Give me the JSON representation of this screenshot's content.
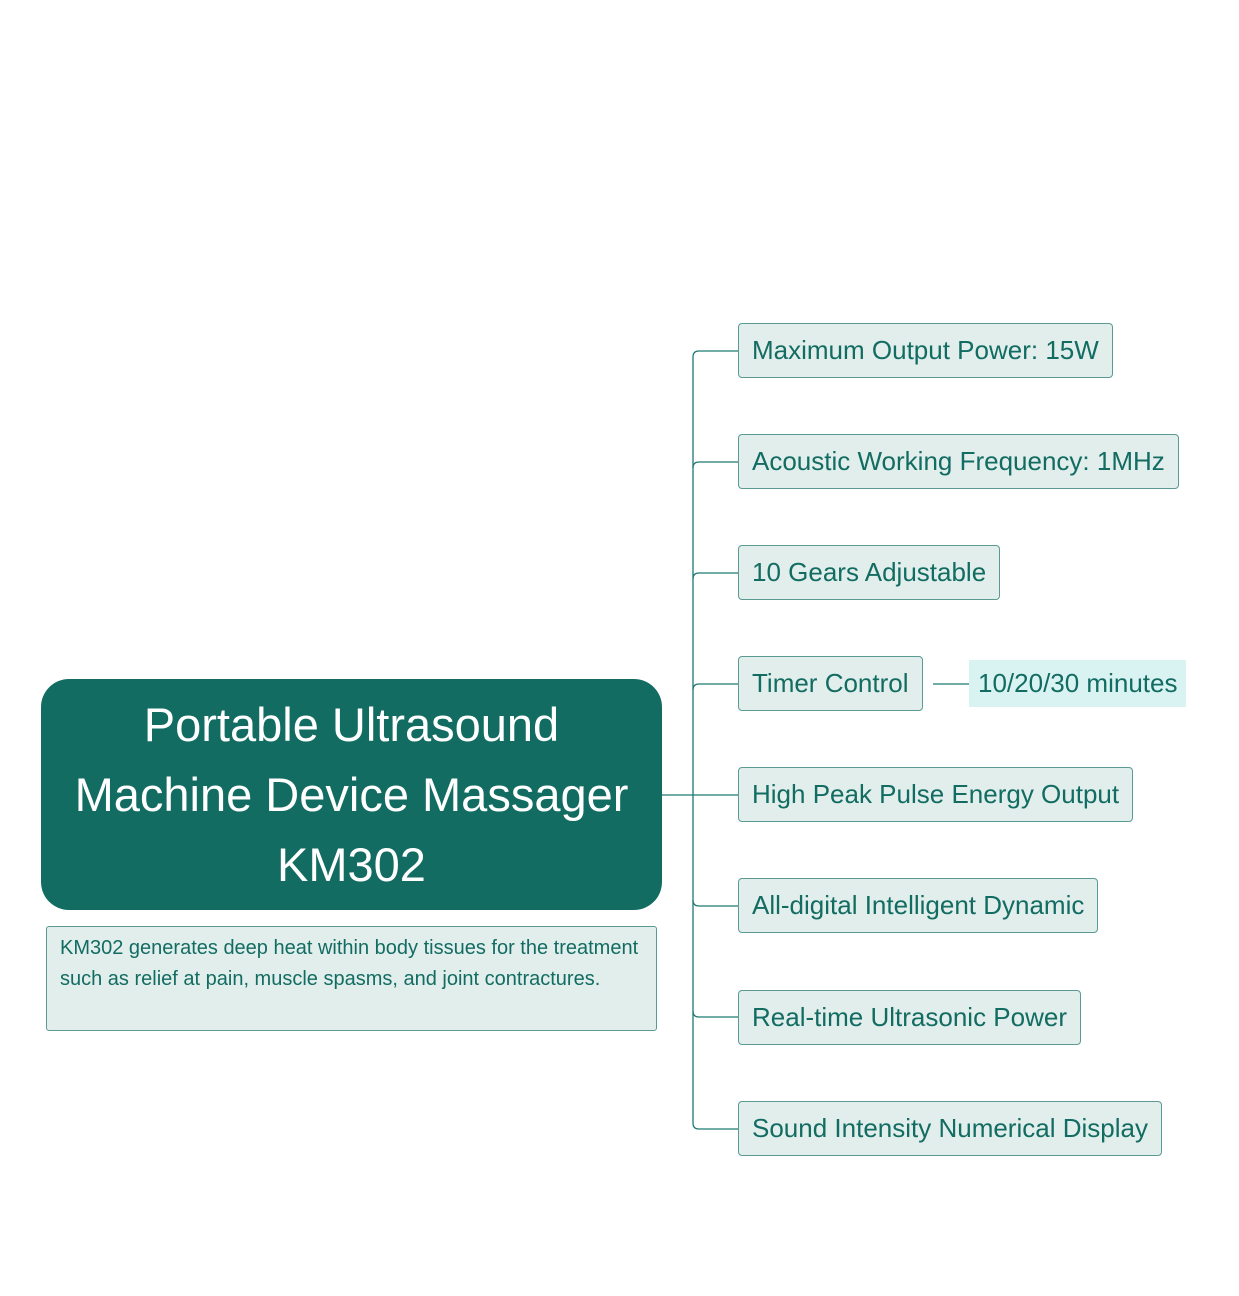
{
  "central_topic": {
    "lines": [
      "Portable Ultrasound",
      "Machine Device Massager",
      "KM302"
    ]
  },
  "note": "KM302 generates deep heat within body tissues for the treatment such as relief at pain, muscle spasms, and joint contractures.",
  "topics": [
    {
      "label": "Maximum Output Power: 15W"
    },
    {
      "label": "Acoustic Working Frequency: 1MHz"
    },
    {
      "label": "10 Gears Adjustable"
    },
    {
      "label": "Timer Control",
      "subtopic": "10/20/30 minutes"
    },
    {
      "label": "High Peak Pulse Energy Output"
    },
    {
      "label": "All-digital Intelligent Dynamic"
    },
    {
      "label": "Real-time Ultrasonic Power"
    },
    {
      "label": "Sound Intensity Numerical Display"
    }
  ],
  "colors": {
    "primary": "#126c62",
    "topic_fill": "#e1eeec",
    "subtopic_fill": "#d9f2f2",
    "connector": "#1f7a70"
  }
}
